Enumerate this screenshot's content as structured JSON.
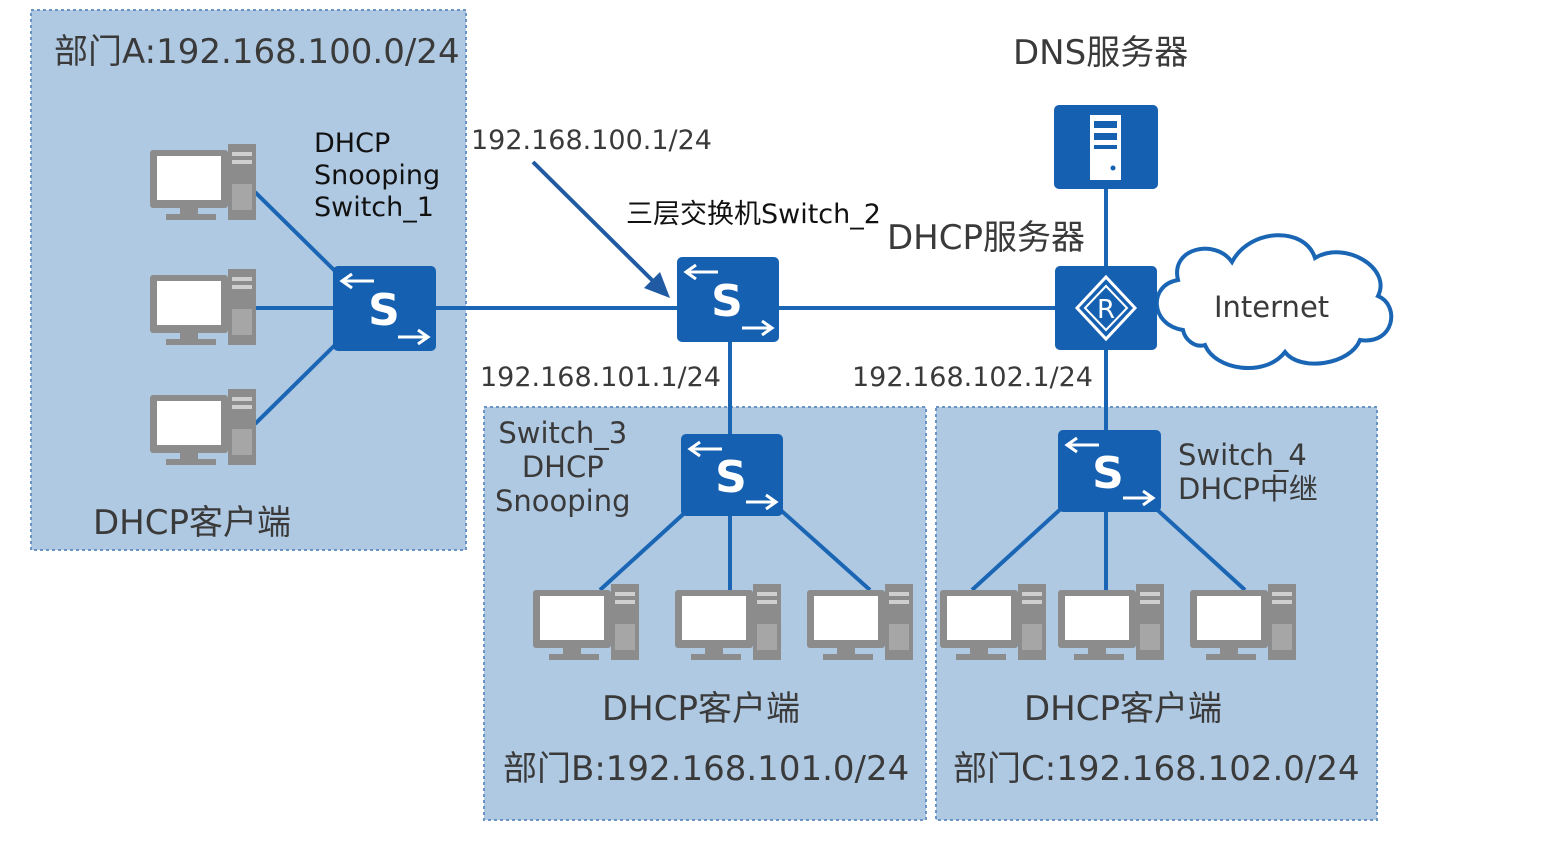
{
  "colors": {
    "zone_fill": "#b0c9e2",
    "zone_border": "#6a94c4",
    "device_blue": "#1560b0",
    "link": "#1a66b5",
    "pc_gray": "#8c8c8c",
    "cloud_stroke": "#1a66b5"
  },
  "zones": {
    "a": {
      "title": "部门A:192.168.100.0/24",
      "client_label": "DHCP客户端"
    },
    "b": {
      "title": "部门B:192.168.101.0/24",
      "client_label": "DHCP客户端"
    },
    "c": {
      "title": "部门C:192.168.102.0/24",
      "client_label": "DHCP客户端"
    }
  },
  "devices": {
    "switch_1": {
      "label": "DHCP\nSnooping\nSwitch_1",
      "glyph": "S",
      "icon": "switch-icon"
    },
    "switch_2": {
      "label": "三层交换机Switch_2",
      "glyph": "S",
      "icon": "switch-icon"
    },
    "switch_3": {
      "label": "Switch_3\nDHCP\nSnooping",
      "glyph": "S",
      "icon": "switch-icon"
    },
    "switch_4": {
      "label": "Switch_4\nDHCP中继",
      "glyph": "S",
      "icon": "switch-icon"
    },
    "dhcp_server": {
      "label": "DHCP服务器",
      "glyph": "R",
      "icon": "router-icon"
    },
    "dns_server": {
      "label": "DNS服务器",
      "icon": "server-icon"
    },
    "internet": {
      "label": "Internet",
      "icon": "cloud-icon"
    }
  },
  "ips": {
    "gw_a": "192.168.100.1/24",
    "gw_b": "192.168.101.1/24",
    "gw_c": "192.168.102.1/24"
  }
}
